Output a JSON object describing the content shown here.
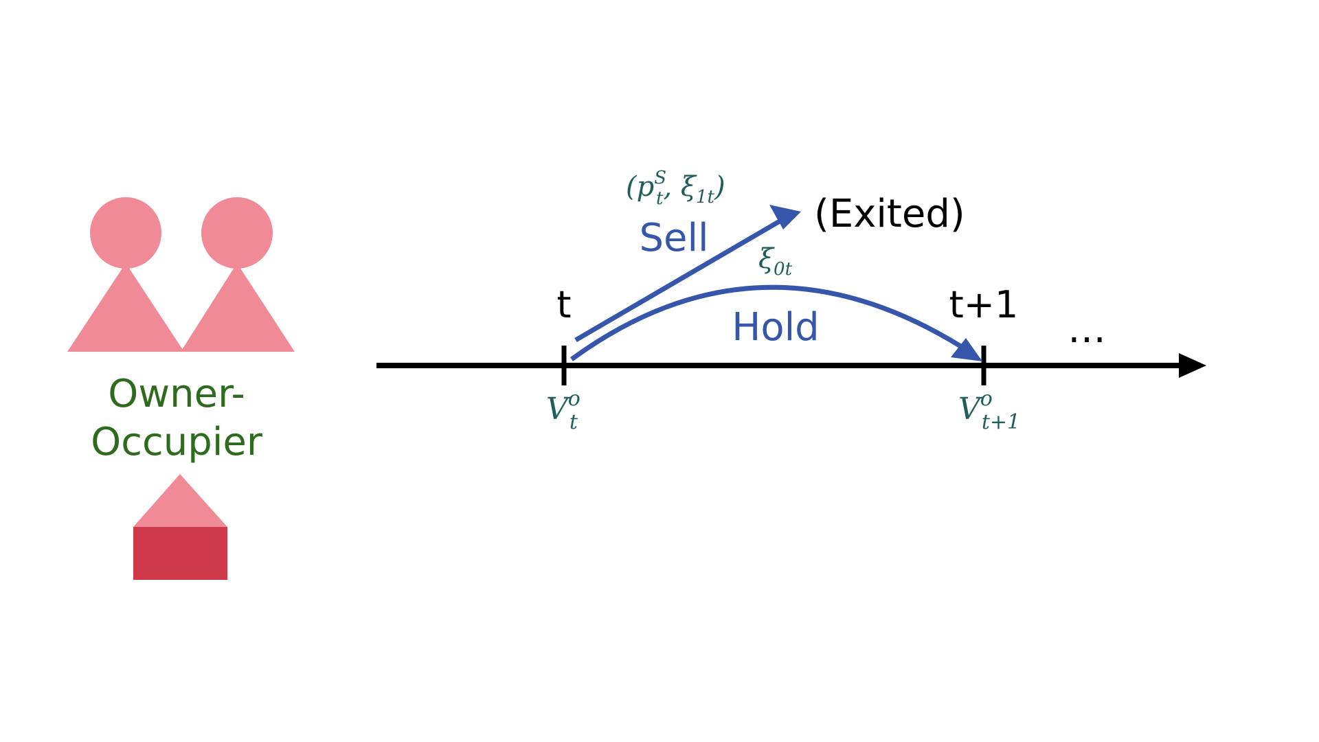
{
  "colors": {
    "figure_pink": "#F08A96",
    "house_roof": "#F08A96",
    "house_body": "#CF394C",
    "role_label": "#2E6B1F",
    "arrow_blue": "#3556AA",
    "math_teal": "#1F5E5A",
    "axis_black": "#000000"
  },
  "role": {
    "line1": "Owner-",
    "line2": "Occupier"
  },
  "timeline": {
    "tick_t": "t",
    "tick_t1": "t+1",
    "ellipsis": "…",
    "value_t": {
      "base": "V",
      "sup": "o",
      "sub": "t"
    },
    "value_t1": {
      "base": "V",
      "sup": "o",
      "sub": "t+1"
    }
  },
  "actions": {
    "sell": {
      "label": "Sell",
      "payoff": {
        "open": "(",
        "p": "p",
        "p_sup": "S",
        "p_sub": "t",
        "sep": ", ",
        "xi": "ξ",
        "xi_sub": "1t",
        "close": ")"
      },
      "outcome": "(Exited)"
    },
    "hold": {
      "label": "Hold",
      "shock": {
        "xi": "ξ",
        "xi_sub": "0t"
      }
    }
  }
}
